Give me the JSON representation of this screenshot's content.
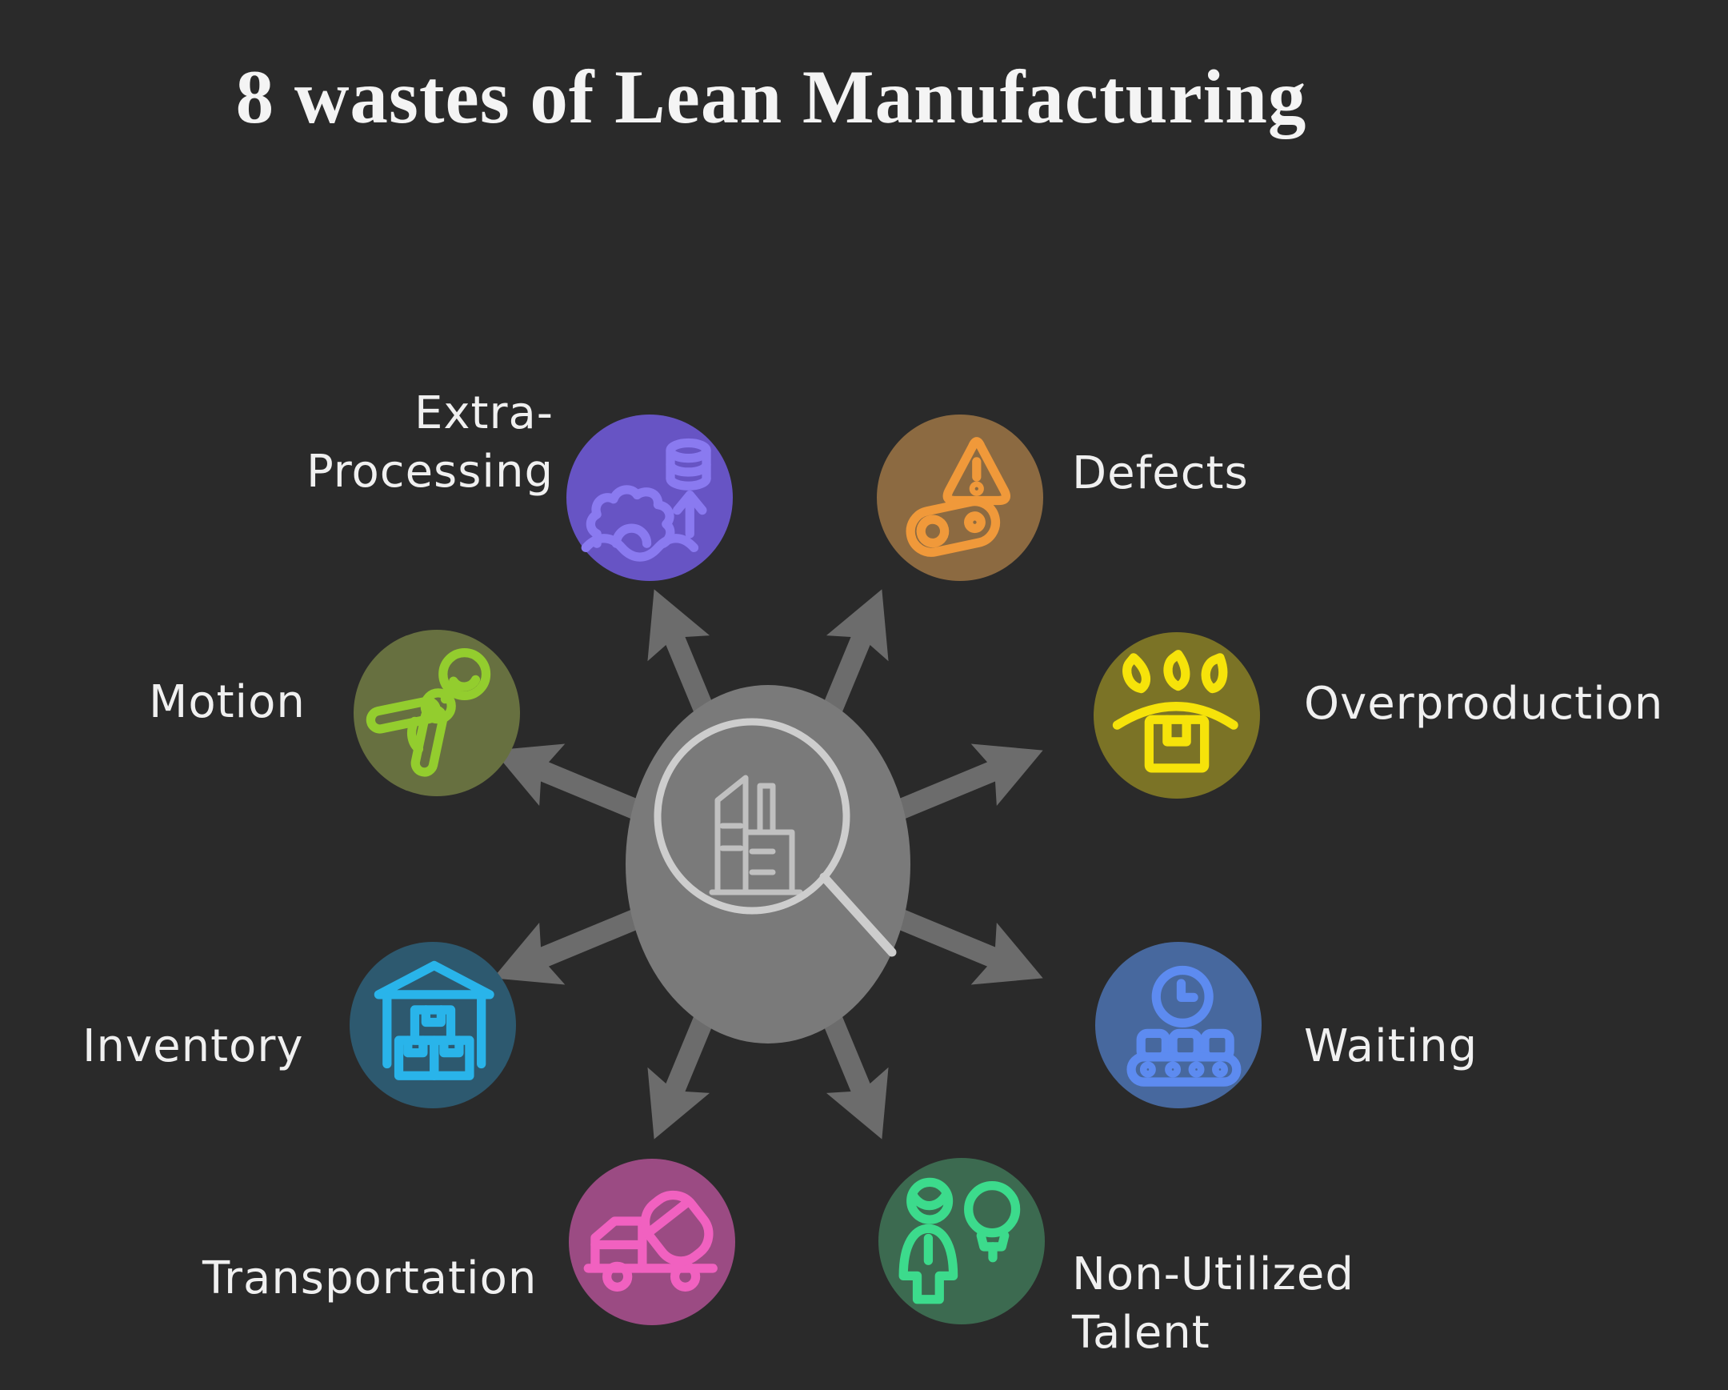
{
  "title": "8 wastes of Lean Manufacturing",
  "background_color": "#2a2a2a",
  "hub": {
    "icon": "magnifier-factory-icon",
    "circle_color": "#7a7a7a",
    "arrow_color": "#6c6c6c",
    "magnifier_color": "#cdcdcd",
    "factory_color": "#c0c0c0"
  },
  "items": [
    {
      "id": "extra-processing",
      "label": "Extra-\nProcessing",
      "icon": "gear-database-arrow-icon",
      "circle_color": "#6754c4",
      "icon_color": "#8a7af0"
    },
    {
      "id": "defects",
      "label": "Defects",
      "icon": "warning-belt-icon",
      "circle_color": "#8c6a41",
      "icon_color": "#f0993a"
    },
    {
      "id": "overproduction",
      "label": "Overproduction",
      "icon": "drops-package-icon",
      "circle_color": "#7b7326",
      "icon_color": "#f6e30a"
    },
    {
      "id": "waiting",
      "label": "Waiting",
      "icon": "clock-conveyor-icon",
      "circle_color": "#47689e",
      "icon_color": "#5d8bf0"
    },
    {
      "id": "non-utilized-talent",
      "label": "Non-Utilized\nTalent",
      "icon": "person-lightbulb-icon",
      "circle_color": "#3c6a50",
      "icon_color": "#3cdb8c"
    },
    {
      "id": "transportation",
      "label": "Transportation",
      "icon": "mixer-truck-icon",
      "circle_color": "#9b4b83",
      "icon_color": "#f161c0"
    },
    {
      "id": "inventory",
      "label": "Inventory",
      "icon": "warehouse-boxes-icon",
      "circle_color": "#2d596f",
      "icon_color": "#29b4ea"
    },
    {
      "id": "motion",
      "label": "Motion",
      "icon": "bending-person-icon",
      "circle_color": "#677040",
      "icon_color": "#93cd2e"
    }
  ]
}
